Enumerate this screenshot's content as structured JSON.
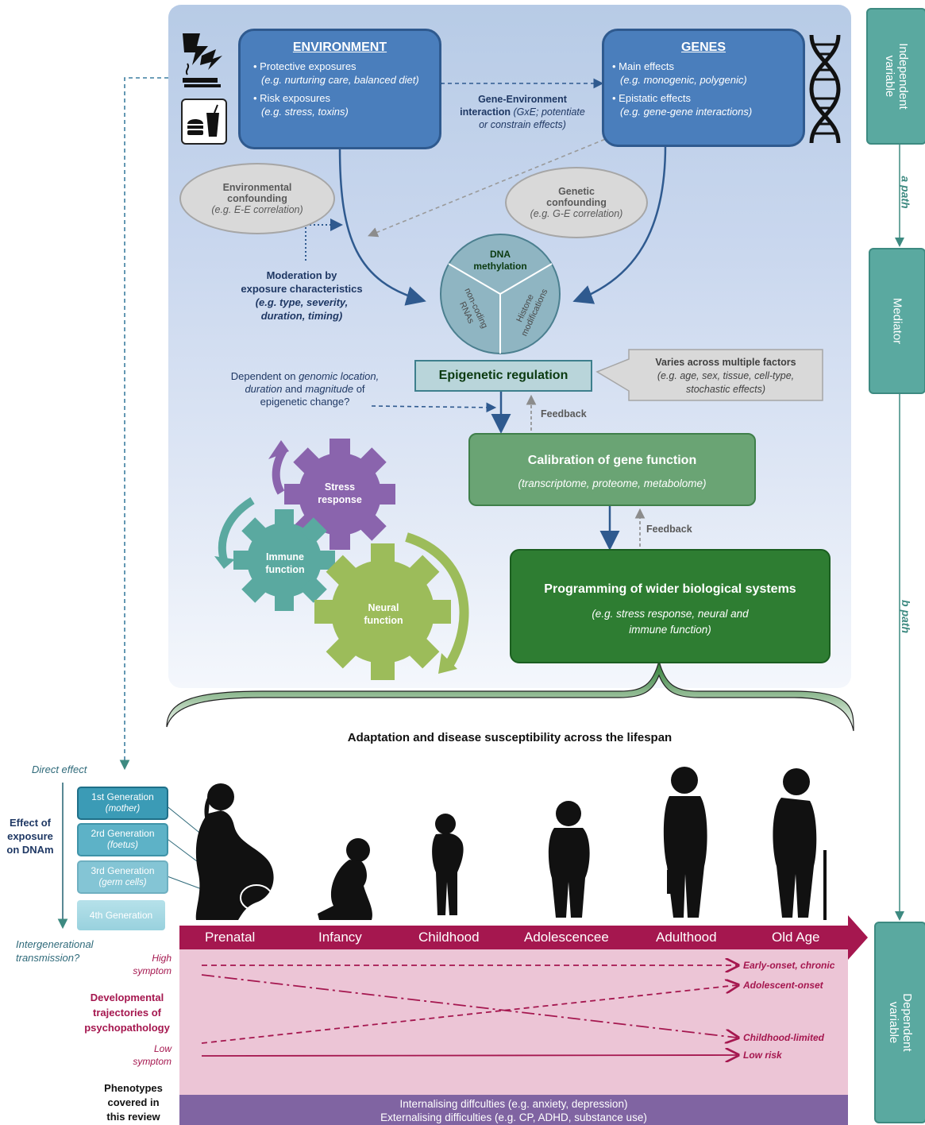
{
  "environment": {
    "title": "ENVIRONMENT",
    "protective": "• Protective exposures",
    "protective_eg": "(e.g. nurturing care, balanced diet)",
    "risk": "• Risk exposures",
    "risk_eg": "(e.g. stress, toxins)"
  },
  "genes": {
    "title": "GENES",
    "main": "• Main effects",
    "main_eg": "(e.g.  monogenic, polygenic)",
    "epistatic": "• Epistatic effects",
    "epistatic_eg": "(e.g.  gene-gene interactions)"
  },
  "gxe": {
    "line1": "Gene-Environment",
    "line2_bold": "interaction",
    "line2_it": " (GxE; potentiate",
    "line3": "or constrain effects)"
  },
  "env_confounding": {
    "line1": "Environmental",
    "line2": "confounding",
    "line3": "(e.g. E-E correlation)"
  },
  "gen_confounding": {
    "line1": "Genetic",
    "line2": "confounding",
    "line3": "(e.g. G-E correlation)"
  },
  "moderation": {
    "line1": "Moderation by",
    "line2": "exposure characteristics",
    "line3": "(e.g. type, severity,",
    "line4": "duration, timing)"
  },
  "pie": {
    "dna1": "DNA",
    "dna2": "methylation",
    "rna1": "non-coding",
    "rna2": "RNAs",
    "hist1": "Histone",
    "hist2": "modifications"
  },
  "epigenetic_regulation": "Epigenetic regulation",
  "varies": {
    "title": "Varies across multiple factors",
    "line2": "(e.g. age, sex, tissue, cell-type,",
    "line3": "stochastic effects)"
  },
  "dependent": {
    "line1_a": "Dependent on ",
    "line1_b": "genomic location,",
    "line2_a": "duration",
    "line2_b": " and ",
    "line2_c": "magnitude",
    "line2_d": " of",
    "line3": "epigenetic change?"
  },
  "feedback1": "Feedback",
  "feedback2": "Feedback",
  "calibration": {
    "title": "Calibration of gene function",
    "subtitle": "(transcriptome,  proteome,  metabolome)"
  },
  "programming": {
    "title": "Programming of wider biological systems",
    "line2": "(e.g. stress response, neural and",
    "line3": "immune function)"
  },
  "gears": {
    "stress1": "Stress",
    "stress2": "response",
    "immune1": "Immune",
    "immune2": "function",
    "neural1": "Neural",
    "neural2": "function"
  },
  "lifespan_title": "Adaptation and disease susceptibility across the lifespan",
  "side": {
    "independent1": "Independent",
    "independent2": "variable",
    "a_path": "a path",
    "mediator": "Mediator",
    "b_path": "b path",
    "dependent1": "Dependent",
    "dependent2": "variable"
  },
  "left": {
    "direct_effect": "Direct effect",
    "effect1": "Effect of",
    "effect2": "exposure",
    "effect3": "on DNAm",
    "intergen1": "Intergenerational",
    "intergen2": "transmission?"
  },
  "generations": [
    {
      "label": "1st Generation",
      "sub": "(mother)"
    },
    {
      "label": "2rd Generation",
      "sub": "(foetus)"
    },
    {
      "label": "3rd Generation",
      "sub": "(germ cells)"
    },
    {
      "label": "4th  Generation",
      "sub": ""
    }
  ],
  "stages": [
    "Prenatal",
    "Infancy",
    "Childhood",
    "Adolescencee",
    "Adulthood",
    "Old Age"
  ],
  "trajectories": {
    "high1": "High",
    "high2": "symptom",
    "low1": "Low",
    "low2": "symptom",
    "dev1": "Developmental",
    "dev2": "trajectories of",
    "dev3": "psychopathology",
    "early": "Early-onset, chronic",
    "adolescent": "Adolescent-onset",
    "childhood": "Childhood-limited",
    "lowrisk": "Low risk"
  },
  "phenotypes": {
    "label1": "Phenotypes",
    "label2": "covered in",
    "label3": "this review",
    "internal": "Internalising diffculties (e.g. anxiety, depression)",
    "external": "Externalising difficulties (e.g. CP, ADHD, substance use)"
  },
  "colors": {
    "dark_blue": "#1f3864",
    "box_blue": "#4a7ebc",
    "teal": "#5aa9a0",
    "green_light": "#6aa474",
    "green_dark": "#2e7d32",
    "magenta": "#a5174f",
    "pink_bg": "#ecc5d6",
    "purple": "#8064a2"
  }
}
